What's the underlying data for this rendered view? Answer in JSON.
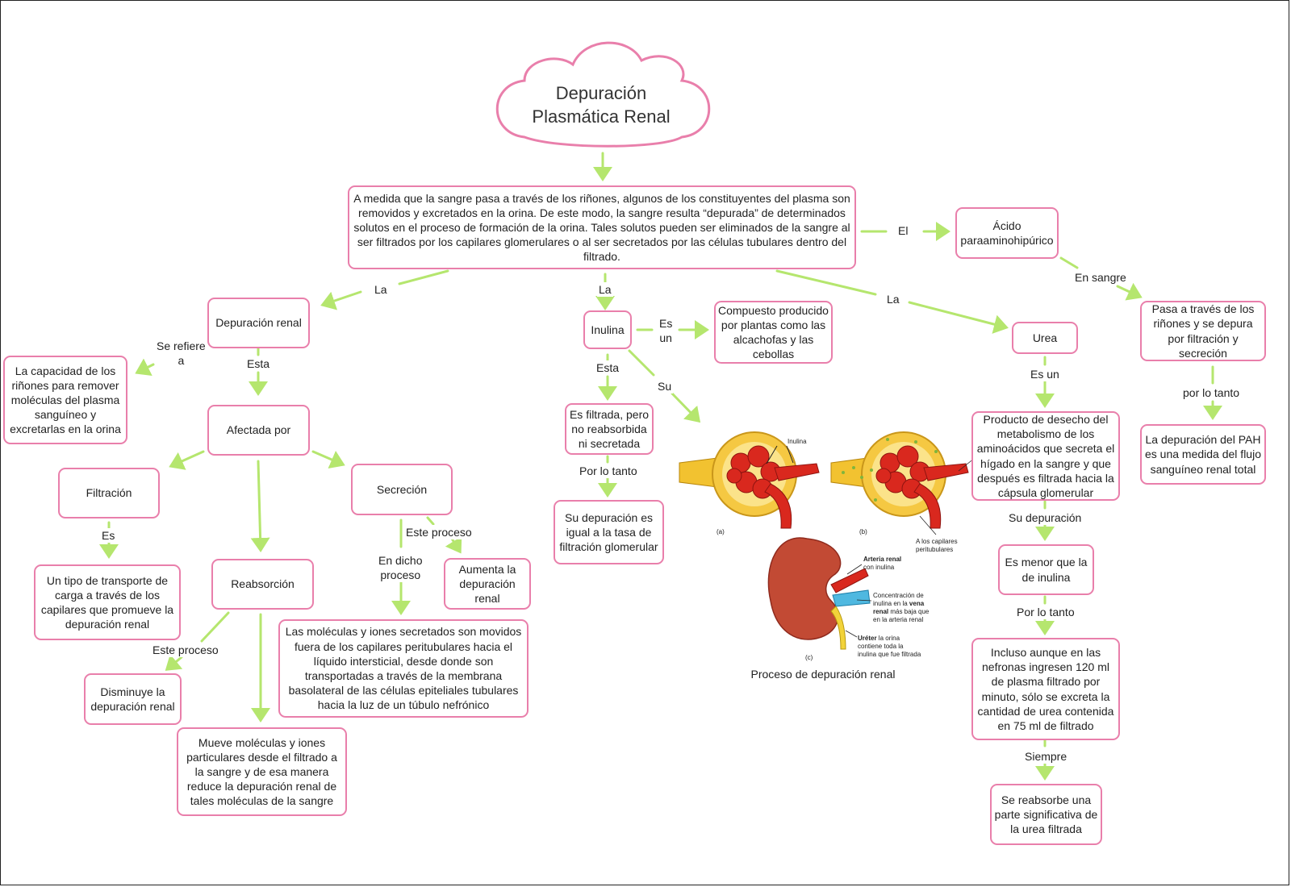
{
  "title": "Depuración\nPlasmática Renal",
  "intro": "A medida que la sangre pasa a través de los riñones, algunos de los constituyentes del plasma son removidos y excretados en la orina. De este modo, la sangre resulta “depurada” de determinados solutos en el proceso de formación de la orina. Tales solutos pueden ser eliminados de la sangre al ser filtrados por los capilares glomerulares o al ser secretados por las células tubulares dentro del filtrado.",
  "nodes": {
    "pah": "Ácido paraaminohipúrico",
    "pah_pass": "Pasa a través de los riñones y se depura por filtración y secreción",
    "pah_measure": "La depuración del PAH es una medida del flujo sanguíneo renal total",
    "dep_renal": "Depuración renal",
    "capacidad": "La capacidad de los riñones para remover moléculas del plasma sanguíneo y excretarlas en la orina",
    "afectada": "Afectada por",
    "filtracion": "Filtración",
    "transporte": "Un tipo de transporte de carga a través de los capilares que promueve la depuración renal",
    "reabsorcion": "Reabsorción",
    "disminuye": "Disminuye la depuración renal",
    "mueve": "Mueve moléculas y iones particulares desde el filtrado a la sangre y de esa manera reduce la depuración renal de tales moléculas de la sangre",
    "secrecion": "Secreción",
    "aumenta": "Aumenta la depuración renal",
    "secretados": "Las moléculas y iones secretados son movidos fuera de los capilares peritubulares hacia el líquido intersticial, desde donde son transportadas a través de la membrana basolateral de las células epiteliales tubulares hacia la luz de un túbulo nefrónico",
    "inulina": "Inulina",
    "compuesto": "Compuesto producido por plantas como las alcachofas y las cebollas",
    "filtrada": "Es filtrada, pero no reabsorbida ni secretada",
    "su_dep": "Su depuración es igual a la tasa de filtración glomerular",
    "urea": "Urea",
    "producto": "Producto de desecho del metabolismo de los aminoácidos que secreta el hígado en la sangre y que después es filtrada hacia la cápsula glomerular",
    "menor": "Es menor que la de inulina",
    "incluso": "Incluso aunque en las nefronas ingresen 120 ml de plasma filtrado por minuto, sólo se excreta la cantidad de urea contenida en 75 ml de filtrado",
    "reabsorbe": "Se reabsorbe una parte significativa de la urea filtrada"
  },
  "links": {
    "el": "El",
    "en_sangre": "En sangre",
    "por_lo_tanto_pah": "por lo tanto",
    "la_dep": "La",
    "la_inu": "La",
    "la_urea": "La",
    "se_refiere": "Se refiere\na",
    "esta_dep": "Esta",
    "es_filt": "Es",
    "este_proceso_reab": "Este proceso",
    "este_proceso_sec": "Este proceso",
    "en_dicho": "En dicho\nproceso",
    "es_un_inu": "Es\nun",
    "esta_inu": "Esta",
    "su": "Su",
    "por_lo_tanto_inu": "Por lo tanto",
    "es_un_urea": "Es un",
    "su_depuracion": "Su depuración",
    "por_lo_tanto_urea": "Por lo tanto",
    "siempre": "Siempre"
  },
  "illustration": {
    "caption": "Proceso de depuración renal",
    "inulina_label": "Inulina",
    "panel_a": "(a)",
    "panel_b": "(b)",
    "panel_c": "(c)",
    "capilares": "A los capilares\nperitubulares",
    "arteria_bold": "Arteria renal",
    "arteria_rest": "con inulina",
    "vena_1": "Concentración de",
    "vena_2a": "inulina en la ",
    "vena_2b": "vena",
    "vena_3a": "renal",
    "vena_3b": " más baja que",
    "vena_4": "en la arteria renal",
    "ureter_bold": "Uréter",
    "ureter_1": " la orina",
    "ureter_2": "contiene toda la",
    "ureter_3": "inulina que fue filtrada"
  },
  "colors": {
    "border": "#e97fab",
    "arrow": "#b5e66e",
    "kidney": "#c0392b"
  }
}
